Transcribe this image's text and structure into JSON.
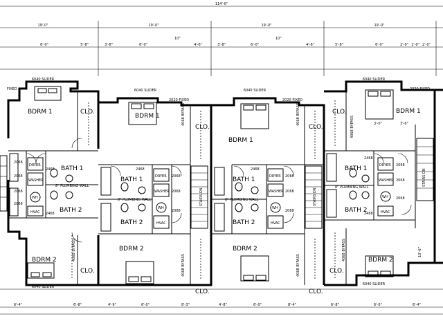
{
  "overall_dimension": "114'-0\"",
  "unit_width_labels": [
    "19'-0\"",
    "19'-0\"",
    "19'-0\"",
    "19'-0\""
  ],
  "top_small_dims": [
    "6'-0\"",
    "5'-8\"",
    "3'-8\"",
    "6'-0\"",
    "4'-6\"",
    "3'-8\"",
    "6'-0\"",
    "4'-6\"",
    "5'-8\"",
    "6'-0\"",
    "2'-0\"",
    "1'-0\"",
    "2'-0\""
  ],
  "bottom_dims": [
    "6'-4\"",
    "6'-8\"",
    "4'-9\"",
    "6'-0\"",
    "8'-3\"",
    "4'-8\"",
    "6'-0\"",
    "8'-4\"",
    "6'-8\"",
    "6'-0\"",
    "6'-4\""
  ],
  "window_labels": {
    "slider_6040": "6040 SLIDER",
    "fixed_2020": "2020 FIXED",
    "fixed": "FIXED",
    "ten": "10\""
  },
  "room_labels": {
    "bdrm1": "BDRM 1",
    "bdrm2": "BDRM 2",
    "bath1": "BATH 1",
    "bath2": "BATH 2",
    "closet": "CLO.",
    "dryer": "DRYER",
    "washer": "WASHER",
    "wh": "WH",
    "hvac": "HVAC",
    "bypass": "4068 BYPASS",
    "stairs": "STAIRS DN",
    "plumbing_wall": "8\" PLUMBING WALL",
    "door_2068": "2068",
    "door_2468": "2468",
    "short_dim_a": "3'-0\"",
    "short_dim_b": "3'-6\"",
    "side_dim": "10'-6\""
  }
}
